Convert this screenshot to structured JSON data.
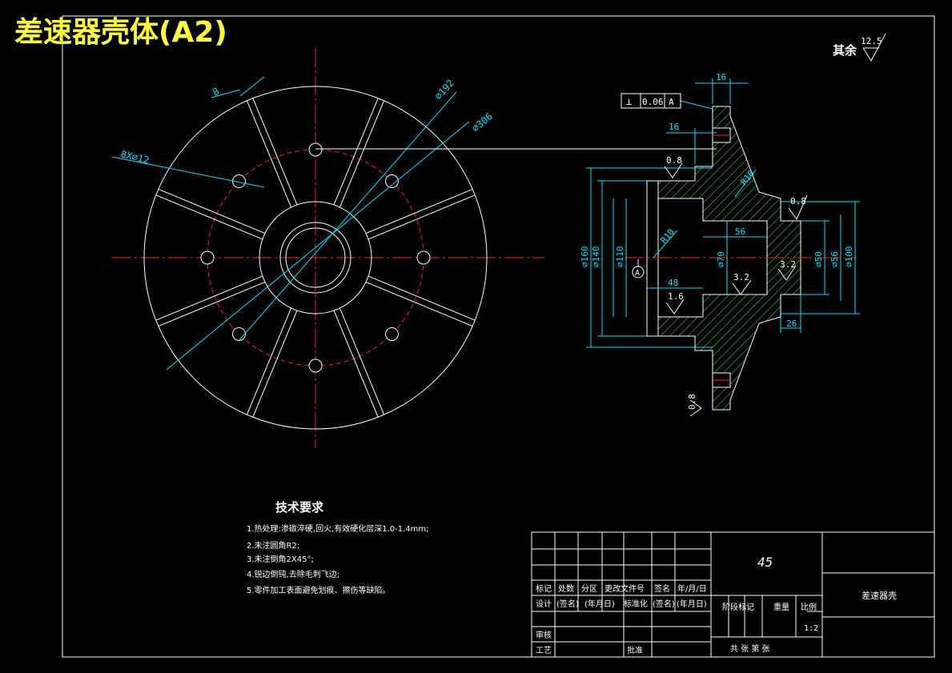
{
  "title": "差速器壳体(A2)",
  "roughness_note": {
    "label": "其余",
    "value": "12.5"
  },
  "colors": {
    "background": "#000000",
    "outline": "#ffffff",
    "centerline": "#ff2020",
    "dimension": "#00e5ff",
    "hatch": "#33ff33",
    "title_text": "#ffff33"
  },
  "front_view": {
    "bolt_holes": "8X⌀12",
    "rib_width": "8",
    "diameter_192": "⌀192",
    "diameter_306": "⌀306"
  },
  "section_view": {
    "tolerance": {
      "symbol": "⊥",
      "value": "0.06",
      "datum": "A"
    },
    "dims": {
      "top_16a": "16",
      "top_16b": "16",
      "d160": "⌀160",
      "d140": "⌀140",
      "d110": "⌀110",
      "d70": "⌀70",
      "d50": "⌀50",
      "d56": "⌀56",
      "d100": "⌀100",
      "len56": "56",
      "len48": "48",
      "len26": "26",
      "r10a": "R10",
      "r10b": "R10",
      "datum_a": "A"
    },
    "roughness": [
      "0.8",
      "0.8",
      "0.8",
      "3.2",
      "3.2",
      "1.6"
    ]
  },
  "technical_requirements": {
    "heading": "技术要求",
    "items": [
      "1.热处理:渗碳淬硬,回火,有效硬化层深1.0-1.4mm;",
      "2.未注圆角R2;",
      "3.未注倒角2X45°;",
      "4.锐边倒钝,去除毛刺飞边;",
      "5.零件加工表面避免划痕、擦伤等缺陷。"
    ]
  },
  "title_block": {
    "material": "45",
    "part_name": "差速器壳",
    "row_headers": [
      "标记",
      "处数",
      "分区",
      "更改文件号",
      "签名",
      "年/月/日"
    ],
    "design_row": [
      "设计",
      "(签名)",
      "(年月日)",
      "标准化",
      "(签名)",
      "(年月日)"
    ],
    "stage_label": "阶段标记",
    "weight_label": "重量",
    "scale_label": "比例",
    "scale_value": "1:2",
    "review_label": "审核",
    "process_label": "工艺",
    "approve_label": "批准",
    "sheets_label": "共 张 第 张"
  }
}
